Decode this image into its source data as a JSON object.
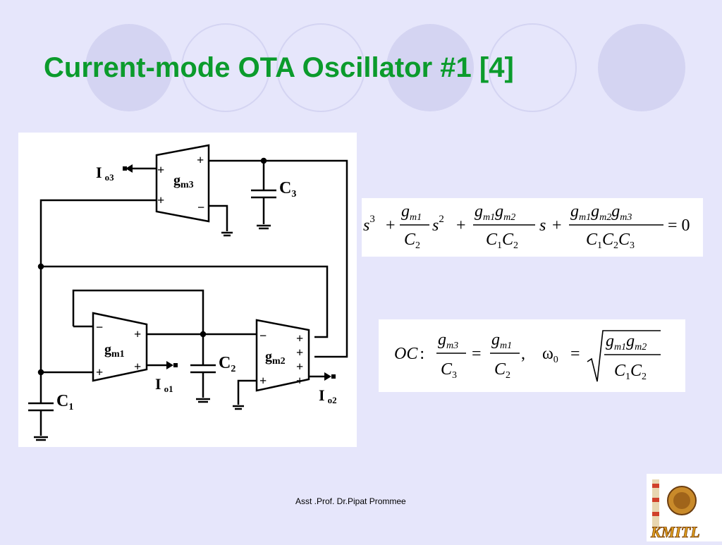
{
  "slide": {
    "title": "Current-mode OTA Oscillator #1 [4]",
    "footer": "Asst .Prof. Dr.Pipat Prommee",
    "logo_text": "KMITL"
  },
  "circuit": {
    "ota1": {
      "label": "g",
      "sub": "m1"
    },
    "ota2": {
      "label": "g",
      "sub": "m2"
    },
    "ota3": {
      "label": "g",
      "sub": "m3"
    },
    "cap1": {
      "label": "C",
      "sub": "1"
    },
    "cap2": {
      "label": "C",
      "sub": "2"
    },
    "cap3": {
      "label": "C",
      "sub": "3"
    },
    "out1": {
      "label": "I",
      "sub": "o1"
    },
    "out2": {
      "label": "I",
      "sub": "o2"
    },
    "out3": {
      "label": "I",
      "sub": "o3"
    },
    "plus": "+",
    "minus": "−"
  },
  "equations": {
    "characteristic": {
      "s": "s",
      "exp3": "3",
      "exp2": "2",
      "plus": "+",
      "t1_num": "g",
      "t1_num_sub": "m1",
      "t1_den": "C",
      "t1_den_sub": "2",
      "t2_num_a": "g",
      "t2_num_a_sub": "m1",
      "t2_num_b": "g",
      "t2_num_b_sub": "m2",
      "t2_den_a": "C",
      "t2_den_a_sub": "1",
      "t2_den_b": "C",
      "t2_den_b_sub": "2",
      "t3_num_a": "g",
      "t3_num_a_sub": "m1",
      "t3_num_b": "g",
      "t3_num_b_sub": "m2",
      "t3_num_c": "g",
      "t3_num_c_sub": "m3",
      "t3_den_a": "C",
      "t3_den_a_sub": "1",
      "t3_den_b": "C",
      "t3_den_b_sub": "2",
      "t3_den_c": "C",
      "t3_den_c_sub": "3",
      "equals": "= 0"
    },
    "condition": {
      "oc": "OC",
      "colon": ":",
      "l_num": "g",
      "l_num_sub": "m3",
      "l_den": "C",
      "l_den_sub": "3",
      "eq": "=",
      "r_num": "g",
      "r_num_sub": "m1",
      "r_den": "C",
      "r_den_sub": "2",
      "comma": ",",
      "omega": "ω",
      "omega_sub": "0",
      "s_num_a": "g",
      "s_num_a_sub": "m1",
      "s_num_b": "g",
      "s_num_b_sub": "m2",
      "s_den_a": "C",
      "s_den_a_sub": "1",
      "s_den_b": "C",
      "s_den_b_sub": "2"
    }
  },
  "colors": {
    "background": "#e6e6fb",
    "title": "#0b9b2c",
    "circle": "#d4d4f2"
  }
}
